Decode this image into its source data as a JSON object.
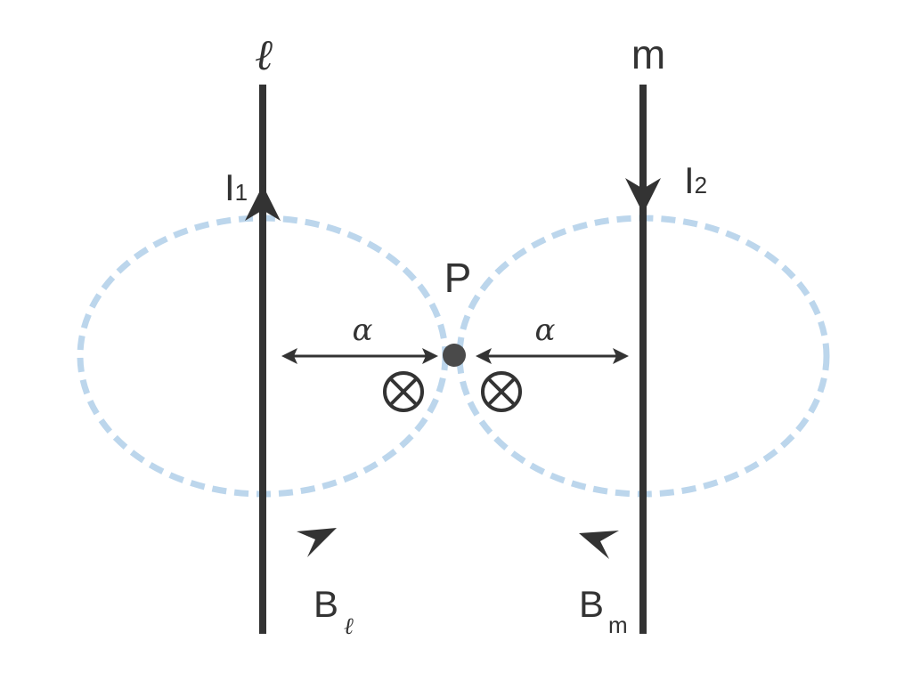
{
  "wires": {
    "left": {
      "name": "ℓ",
      "current_label": "I",
      "current_subscript": "1",
      "current_direction": "up"
    },
    "right": {
      "name": "m",
      "current_label": "I",
      "current_subscript": "2",
      "current_direction": "down"
    }
  },
  "point": {
    "label": "P"
  },
  "distances": {
    "left_label": "α",
    "right_label": "α"
  },
  "fields": {
    "left": {
      "label": "B",
      "subscript": "ℓ",
      "symbol": "into-page"
    },
    "right": {
      "label": "B",
      "subscript": "m",
      "symbol": "into-page"
    }
  },
  "colors": {
    "wire": "#333333",
    "field_loop": "#bcd6ec",
    "point": "#4a4a4a"
  }
}
